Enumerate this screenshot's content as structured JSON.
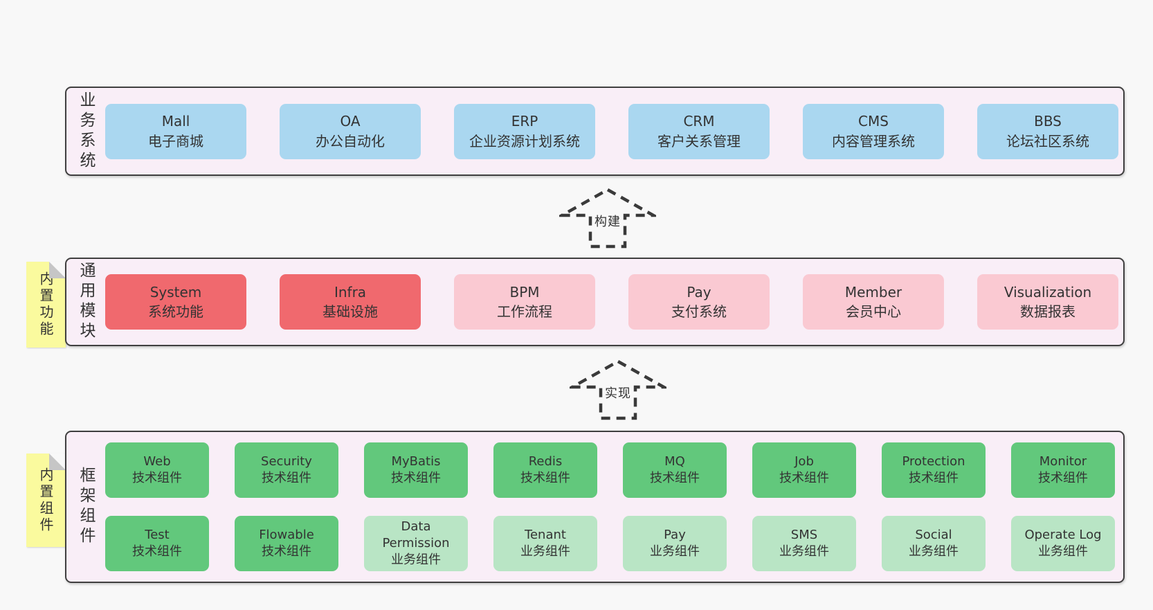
{
  "colors": {
    "page_bg": "#f8f8f8",
    "panel_bg": "#f9eef7",
    "panel_border": "#3f3f3f",
    "blue": "#aad7f0",
    "red": "#f0696e",
    "pink": "#fac9d2",
    "green": "#62c87c",
    "lgreen": "#b9e5c5",
    "sticky_yellow": "#fafa9e",
    "sticky_fold_gray": "#c6c6c6",
    "text": "#333333"
  },
  "business": {
    "label": "业务系统",
    "boxes": [
      {
        "name": "Mall",
        "desc": "电子商城",
        "color": "blue"
      },
      {
        "name": "OA",
        "desc": "办公自动化",
        "color": "blue"
      },
      {
        "name": "ERP",
        "desc": "企业资源计划系统",
        "color": "blue"
      },
      {
        "name": "CRM",
        "desc": "客户关系管理",
        "color": "blue"
      },
      {
        "name": "CMS",
        "desc": "内容管理系统",
        "color": "blue"
      },
      {
        "name": "BBS",
        "desc": "论坛社区系统",
        "color": "blue"
      }
    ]
  },
  "arrow_build": {
    "label": "构建"
  },
  "modules": {
    "label": "通用模块",
    "sticky": "内置功能",
    "boxes": [
      {
        "name": "System",
        "desc": "系统功能",
        "color": "red"
      },
      {
        "name": "Infra",
        "desc": "基础设施",
        "color": "red"
      },
      {
        "name": "BPM",
        "desc": "工作流程",
        "color": "pink"
      },
      {
        "name": "Pay",
        "desc": "支付系统",
        "color": "pink"
      },
      {
        "name": "Member",
        "desc": "会员中心",
        "color": "pink"
      },
      {
        "name": "Visualization",
        "desc": "数据报表",
        "color": "pink"
      }
    ]
  },
  "arrow_implement": {
    "label": "实现"
  },
  "framework": {
    "label": "框架组件",
    "sticky": "内置组件",
    "row1": [
      {
        "name": "Web",
        "desc": "技术组件",
        "color": "green"
      },
      {
        "name": "Security",
        "desc": "技术组件",
        "color": "green"
      },
      {
        "name": "MyBatis",
        "desc": "技术组件",
        "color": "green"
      },
      {
        "name": "Redis",
        "desc": "技术组件",
        "color": "green"
      },
      {
        "name": "MQ",
        "desc": "技术组件",
        "color": "green"
      },
      {
        "name": "Job",
        "desc": "技术组件",
        "color": "green"
      },
      {
        "name": "Protection",
        "desc": "技术组件",
        "color": "green"
      },
      {
        "name": "Monitor",
        "desc": "技术组件",
        "color": "green"
      }
    ],
    "row2": [
      {
        "name": "Test",
        "desc": "技术组件",
        "color": "green"
      },
      {
        "name": "Flowable",
        "desc": "技术组件",
        "color": "green"
      },
      {
        "name": "Data Permission",
        "desc": "业务组件",
        "color": "lgreen"
      },
      {
        "name": "Tenant",
        "desc": "业务组件",
        "color": "lgreen"
      },
      {
        "name": "Pay",
        "desc": "业务组件",
        "color": "lgreen"
      },
      {
        "name": "SMS",
        "desc": "业务组件",
        "color": "lgreen"
      },
      {
        "name": "Social",
        "desc": "业务组件",
        "color": "lgreen"
      },
      {
        "name": "Operate Log",
        "desc": "业务组件",
        "color": "lgreen"
      }
    ]
  }
}
